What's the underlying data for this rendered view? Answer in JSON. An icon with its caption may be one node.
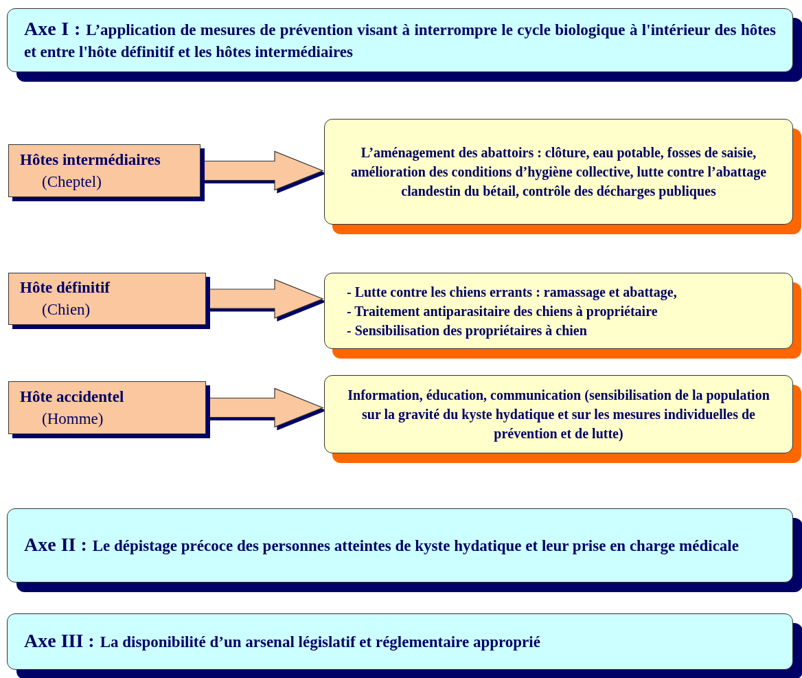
{
  "diagram": {
    "nodes": [
      {
        "text": [
          "Axe I :",
          "L’application de mesures de prévention visant à interrompre le cycle biologique à l'intérieur des hôtes et entre l'hôte définitif et les hôtes intermédiaires"
        ]
      },
      {
        "text": [
          "Hôtes intermédiaires",
          "(Cheptel)"
        ]
      },
      {
        "text": [
          "L’aménagement des abattoirs : clôture, eau potable, fosses de saisie, amélioration des conditions d’hygiène collective, lutte contre l’abattage clandestin du bétail, contrôle des décharges publiques"
        ]
      },
      {
        "text": [
          "Hôte définitif",
          "(Chien)"
        ]
      },
      {
        "text": [
          "- Lutte contre les chiens errants : ramassage et abattage,",
          "- Traitement antiparasitaire des chiens à propriétaire",
          "- Sensibilisation des propriétaires à chien"
        ]
      },
      {
        "text": [
          "Hôte accidentel",
          "(Homme)"
        ]
      },
      {
        "text": [
          "Information, éducation, communication (sensibilisation de la population sur la gravité du kyste hydatique et sur les mesures individuelles de prévention et de lutte)"
        ]
      },
      {
        "text": [
          "Axe II :",
          "Le dépistage précoce des personnes atteintes de kyste hydatique et leur prise en charge médicale"
        ]
      },
      {
        "text": [
          "Axe III :",
          "La disponibilité d’un arsenal législatif et réglementaire approprié"
        ]
      }
    ],
    "edges": [
      {
        "from": 1,
        "to": 2,
        "arrow": "to"
      },
      {
        "from": 3,
        "to": 4,
        "arrow": "to"
      },
      {
        "from": 5,
        "to": 6,
        "arrow": "to"
      }
    ]
  }
}
